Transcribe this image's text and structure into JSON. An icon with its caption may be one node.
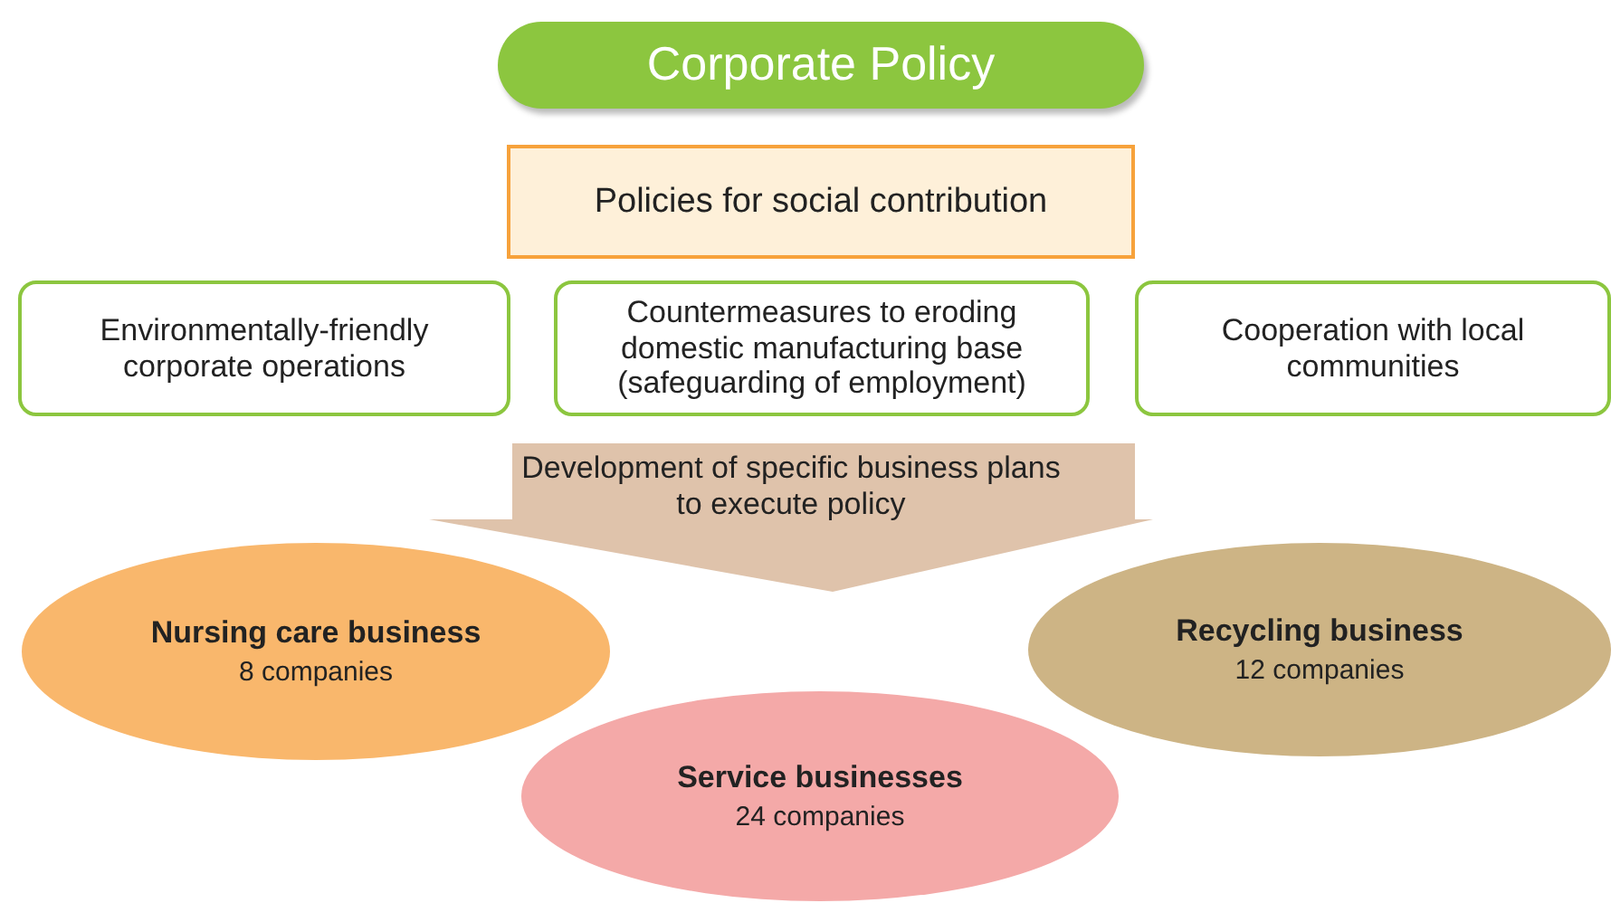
{
  "diagram": {
    "nodes": [
      {
        "text": [
          "Corporate Policy"
        ]
      },
      {
        "text": [
          "Policies for social contribution"
        ]
      },
      {
        "text": [
          "Environmentally-friendly corporate operations"
        ]
      },
      {
        "text": [
          "Countermeasures to eroding domestic manufacturing base (safeguarding of employment)"
        ]
      },
      {
        "text": [
          "Cooperation with local communities"
        ]
      },
      {
        "text": [
          "Development of specific business plans to execute policy"
        ]
      },
      {
        "text": [
          "Nursing care business",
          "8 companies"
        ]
      },
      {
        "text": [
          "Recycling business",
          "12 companies"
        ]
      },
      {
        "text": [
          "Service businesses",
          "24 companies"
        ]
      }
    ],
    "edges": []
  }
}
